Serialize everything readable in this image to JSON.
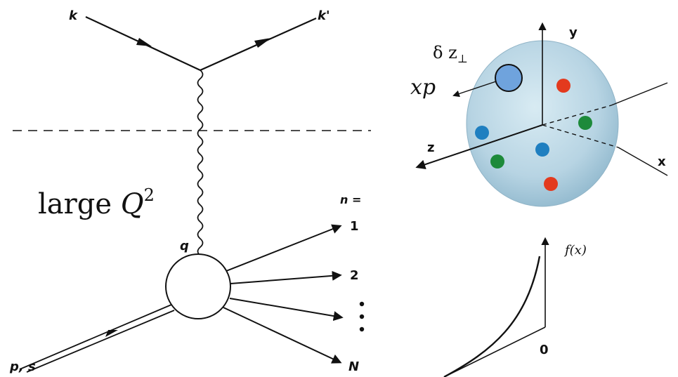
{
  "feynman": {
    "k": "k",
    "k_prime": "k'",
    "large_q2_text": "large ",
    "large_q2_var": "Q",
    "large_q2_exp": "2",
    "q": "q",
    "p_s": "p, s",
    "n_eq": "n =",
    "outputs": [
      "1",
      "2",
      "N"
    ]
  },
  "proton": {
    "delta": "δ z",
    "delta_sub": "⊥",
    "xp": "xp",
    "axis_y": "y",
    "axis_z": "z",
    "axis_x": "x",
    "colors": {
      "sphere": "#bcd8e6",
      "red": "#e33a1e",
      "green": "#1d8a3a",
      "blue": "#1f7fc0"
    }
  },
  "distribution": {
    "f_label": "f(x)",
    "zero_label": "0"
  }
}
